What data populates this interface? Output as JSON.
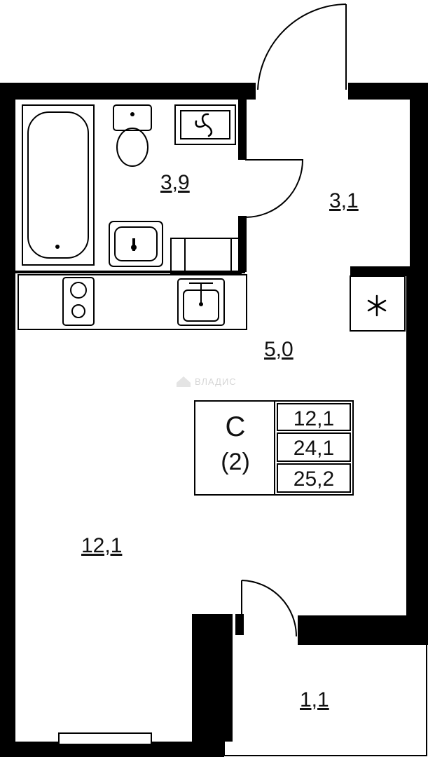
{
  "rooms": {
    "bathroom_area": "3,9",
    "hall_area": "3,1",
    "kitchen_area": "5,0",
    "living_area": "12,1",
    "balcony_area": "1,1"
  },
  "summary_table": {
    "type_letter": "С",
    "room_count": "(2)",
    "living_area": "12,1",
    "total_area": "24,1",
    "total_with_balcony": "25,2"
  },
  "watermark": "ВЛАДИС",
  "icons": {
    "ventilation": "asterisk-icon",
    "boiler": "fan-icon"
  }
}
